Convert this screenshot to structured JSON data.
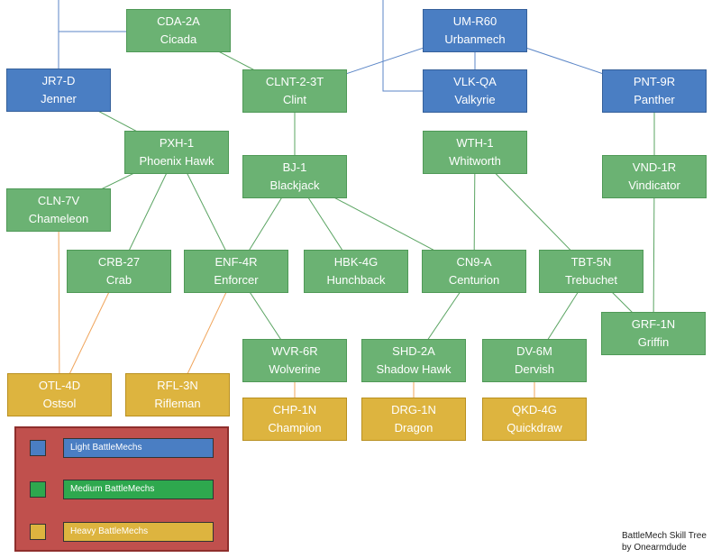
{
  "nodes": {
    "cda": {
      "code": "CDA-2A",
      "name": "Cicada",
      "class": "medium"
    },
    "umr": {
      "code": "UM-R60",
      "name": "Urbanmech",
      "class": "light"
    },
    "jr7": {
      "code": "JR7-D",
      "name": "Jenner",
      "class": "light"
    },
    "clnt": {
      "code": "CLNT-2-3T",
      "name": "Clint",
      "class": "medium"
    },
    "vlk": {
      "code": "VLK-QA",
      "name": "Valkyrie",
      "class": "light"
    },
    "pnt": {
      "code": "PNT-9R",
      "name": "Panther",
      "class": "light"
    },
    "pxh": {
      "code": "PXH-1",
      "name": "Phoenix Hawk",
      "class": "medium"
    },
    "wth": {
      "code": "WTH-1",
      "name": "Whitworth",
      "class": "medium"
    },
    "bj": {
      "code": "BJ-1",
      "name": "Blackjack",
      "class": "medium"
    },
    "vnd": {
      "code": "VND-1R",
      "name": "Vindicator",
      "class": "medium"
    },
    "cln": {
      "code": "CLN-7V",
      "name": "Chameleon",
      "class": "medium"
    },
    "crb": {
      "code": "CRB-27",
      "name": "Crab",
      "class": "medium"
    },
    "enf": {
      "code": "ENF-4R",
      "name": "Enforcer",
      "class": "medium"
    },
    "hbk": {
      "code": "HBK-4G",
      "name": "Hunchback",
      "class": "medium"
    },
    "cn9": {
      "code": "CN9-A",
      "name": "Centurion",
      "class": "medium"
    },
    "tbt": {
      "code": "TBT-5N",
      "name": "Trebuchet",
      "class": "medium"
    },
    "grf": {
      "code": "GRF-1N",
      "name": "Griffin",
      "class": "medium"
    },
    "wvr": {
      "code": "WVR-6R",
      "name": "Wolverine",
      "class": "medium"
    },
    "shd": {
      "code": "SHD-2A",
      "name": "Shadow Hawk",
      "class": "medium"
    },
    "dv6": {
      "code": "DV-6M",
      "name": "Dervish",
      "class": "medium"
    },
    "otl": {
      "code": "OTL-4D",
      "name": "Ostsol",
      "class": "heavy"
    },
    "rfl": {
      "code": "RFL-3N",
      "name": "Rifleman",
      "class": "heavy"
    },
    "chp": {
      "code": "CHP-1N",
      "name": "Champion",
      "class": "heavy"
    },
    "drg": {
      "code": "DRG-1N",
      "name": "Dragon",
      "class": "heavy"
    },
    "qkd": {
      "code": "QKD-4G",
      "name": "Quickdraw",
      "class": "heavy"
    }
  },
  "links": [
    [
      "cda",
      "clnt"
    ],
    [
      "umr",
      "clnt"
    ],
    [
      "umr",
      "vlk"
    ],
    [
      "umr",
      "pnt"
    ],
    [
      "jr7",
      "pxh"
    ],
    [
      "clnt",
      "bj"
    ],
    [
      "pxh",
      "cln"
    ],
    [
      "pxh",
      "crb"
    ],
    [
      "pxh",
      "enf"
    ],
    [
      "bj",
      "enf"
    ],
    [
      "bj",
      "hbk"
    ],
    [
      "bj",
      "cn9"
    ],
    [
      "wth",
      "cn9"
    ],
    [
      "wth",
      "tbt"
    ],
    [
      "pnt",
      "vnd"
    ],
    [
      "vnd",
      "grf"
    ],
    [
      "tbt",
      "grf"
    ],
    [
      "enf",
      "wvr"
    ],
    [
      "cn9",
      "shd"
    ],
    [
      "tbt",
      "dv6"
    ],
    [
      "cln",
      "otl"
    ],
    [
      "crb",
      "otl"
    ],
    [
      "enf",
      "rfl"
    ],
    [
      "wvr",
      "chp"
    ],
    [
      "shd",
      "drg"
    ],
    [
      "dv6",
      "qkd"
    ]
  ],
  "legend": {
    "light": "Light BattleMechs",
    "medium": "Medium BattleMechs",
    "heavy": "Heavy BattleMechs"
  },
  "credit": {
    "line1": "BattleMech Skill Tree",
    "line2": "by Onearmdude"
  },
  "colors": {
    "light": "#4a7ec3",
    "medium": "#6bb273",
    "heavy": "#ddb43f",
    "legend_bg": "#c0504d",
    "blue_link": "#5b86c7",
    "green_link": "#5aa462",
    "orange_link": "#f0a45a"
  }
}
